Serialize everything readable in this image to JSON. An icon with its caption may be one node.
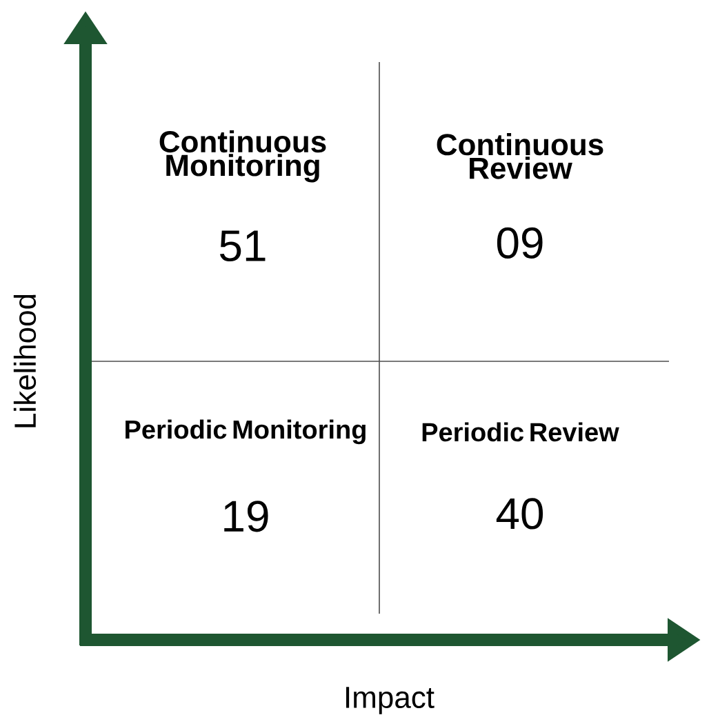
{
  "diagram": {
    "nodes": [
      {
        "text": [
          "Continuous Monitoring",
          "51"
        ]
      },
      {
        "text": [
          "Continuous Review",
          "09"
        ]
      },
      {
        "text": [
          "Periodic Monitoring",
          "19"
        ]
      },
      {
        "text": [
          "Periodic Review",
          "40"
        ]
      }
    ],
    "labels": [
      "Likelihood",
      "Impact"
    ]
  }
}
